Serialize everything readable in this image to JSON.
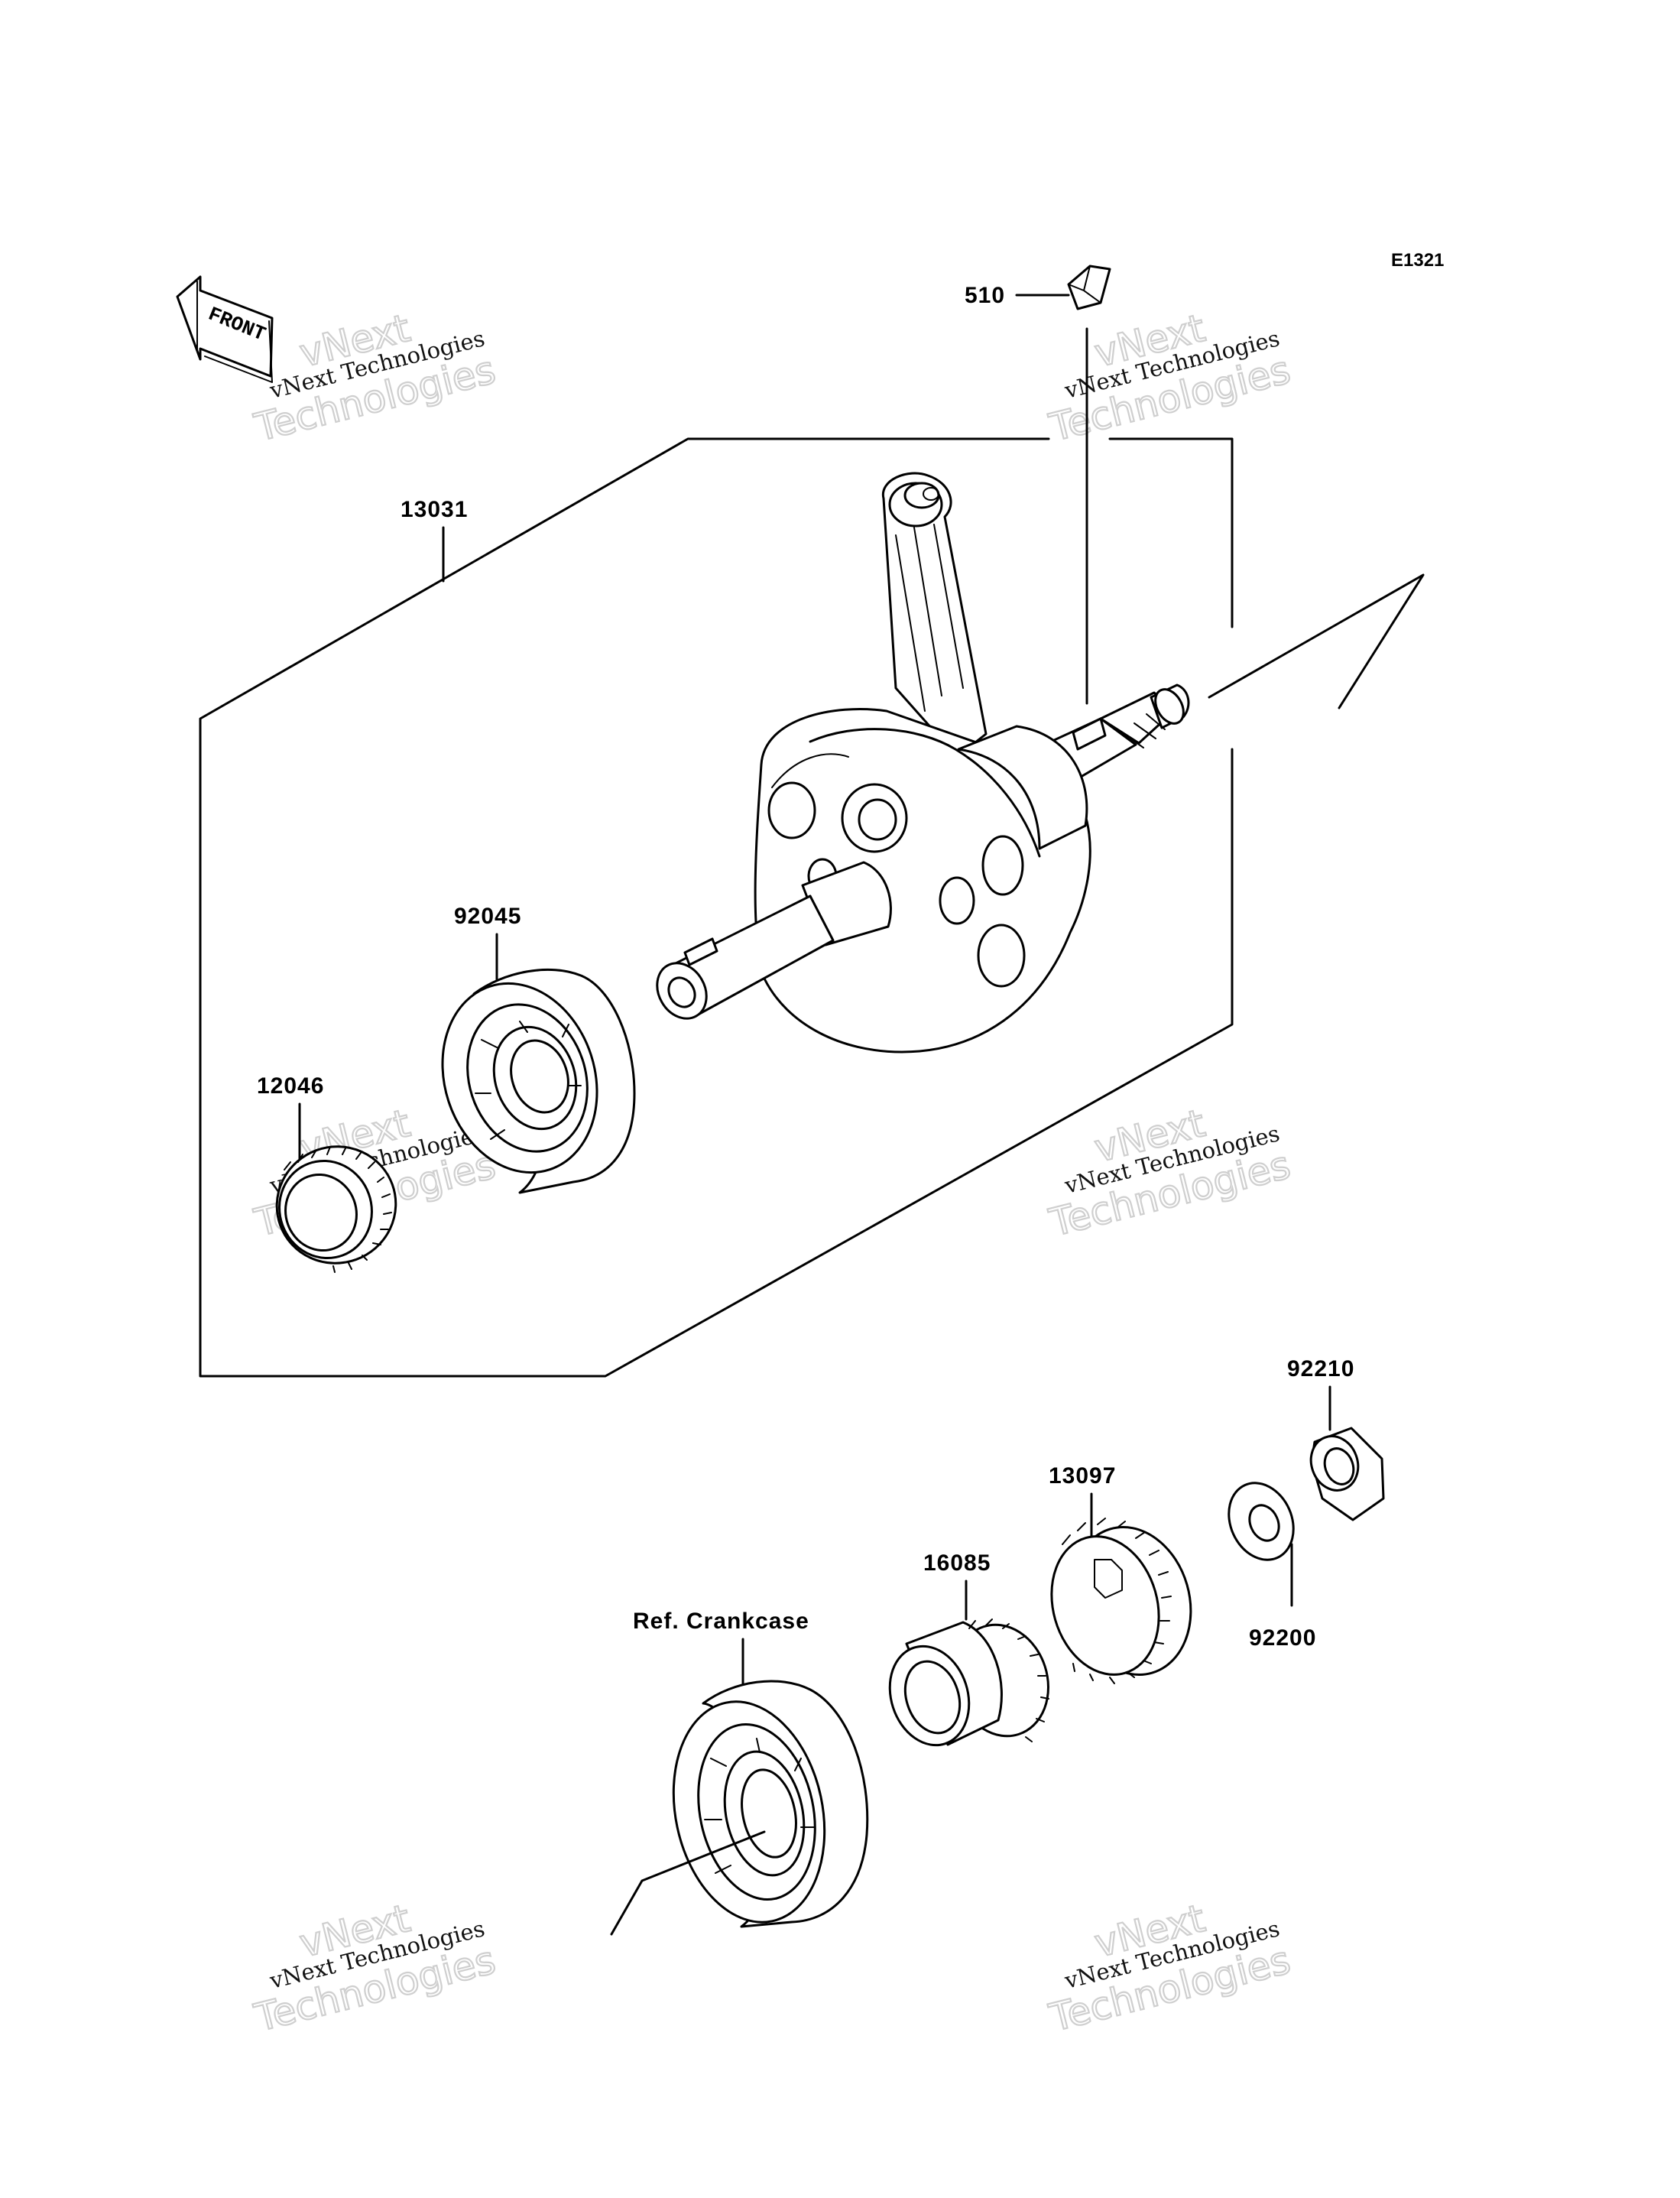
{
  "diagram_code": "E1321",
  "front_label": "FRONT",
  "parts": {
    "key_510": "510",
    "crankshaft_assy_13031": "13031",
    "bearing_92045": "92045",
    "gear_12046": "12046",
    "nut_92210": "92210",
    "gear_13097": "13097",
    "gear_16085": "16085",
    "washer_92200": "92200",
    "ref_crankcase": "Ref. Crankcase"
  },
  "watermark": {
    "line_small": "vNext Technologies",
    "line_big_1": "vNext",
    "line_big_2": "Technologies"
  }
}
